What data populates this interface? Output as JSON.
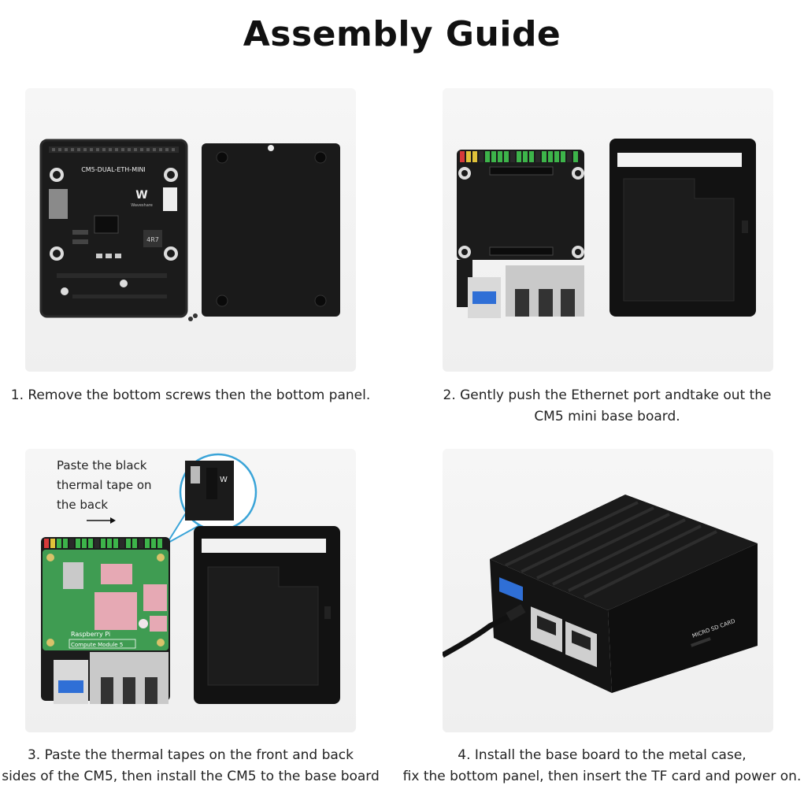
{
  "title": "Assembly Guide",
  "steps": [
    {
      "caption_line1": "1. Remove the bottom screws then the bottom panel.",
      "caption_line2": ""
    },
    {
      "caption_line1": "2. Gently push the Ethernet port andtake out the",
      "caption_line2": "CM5 mini base board."
    },
    {
      "caption_line1": "3. Paste the thermal tapes on the front and back",
      "caption_line2": "sides of the CM5, then install the CM5 to the base board"
    },
    {
      "caption_line1": "4. Install the base board to the metal case,",
      "caption_line2": "fix the bottom panel, then insert the TF card and power on."
    }
  ],
  "annotation": {
    "line1": "Paste the black",
    "line2": "thermal tape on",
    "line3": "the back"
  },
  "board_labels": {
    "base_board": "CM5-DUAL-ETH-MINI",
    "brand": "Waveshare",
    "inductor": "4R7",
    "cm5_line1": "Raspberry Pi",
    "cm5_line2": "Compute Module 5",
    "case_label": "MICRO SD CARD"
  },
  "colors": {
    "board": "#1b1b1b",
    "case": "#111111",
    "cm5_green": "#3f9c52",
    "thermal_pad": "#e6a9b4",
    "usb_blue": "#2f6fd6",
    "callout": "#3aa4d8"
  }
}
